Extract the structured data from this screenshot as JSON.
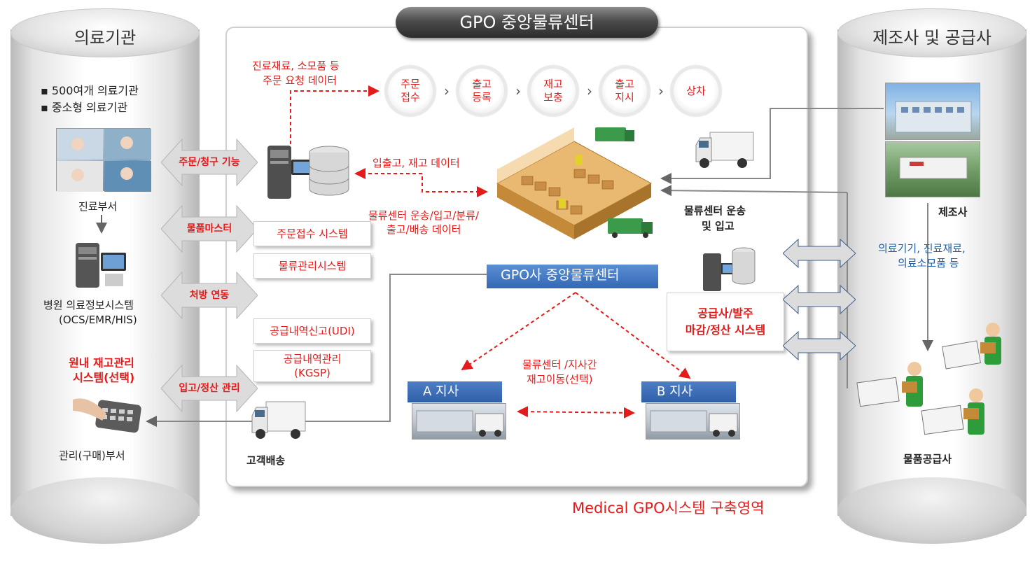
{
  "header": {
    "title": "GPO 중앙물류센터"
  },
  "left_cylinder": {
    "title": "의료기관",
    "bullets": [
      "▪ 500여개 의료기관",
      "▪ 중소형 의료기관"
    ],
    "dept_label": "진료부서",
    "his_label": "병원 의료정보시스템",
    "his_sub": "(OCS/EMR/HIS)",
    "stock_title_1": "원내 재고관리",
    "stock_title_2": "시스템(선택)",
    "purchase_label": "관리(구매)부서"
  },
  "right_cylinder": {
    "title": "제조사 및 공급사",
    "maker_label": "제조사",
    "items_1": "의료기기, 진료재료,",
    "items_2": "의료소모품 등",
    "supplier_label": "물품공급사"
  },
  "arrows": {
    "order_billing": "주문/청구 기능",
    "item_master": "물품마스터",
    "prescription": "처방 연동",
    "receiving": "입고/정산 관리"
  },
  "flow": {
    "order_request_1": "진료재료, 소모품 등",
    "order_request_2": "주문 요청 데이터",
    "inout_data": "입출고, 재고 데이터",
    "center_data_1": "물류센터 운송/입고/분류/",
    "center_data_2": "출고/배송 데이터",
    "transport_1": "물류센터 운송",
    "transport_2": "및 입고",
    "transfer_1": "물류센터 /지사간",
    "transfer_2": "재고이동(선택)",
    "customer_delivery": "고객배송"
  },
  "steps": [
    {
      "label": "주문\n접수"
    },
    {
      "label": "출고\n등록"
    },
    {
      "label": "재고\n보충"
    },
    {
      "label": "출고\n지시"
    },
    {
      "label": "상차"
    }
  ],
  "systems": {
    "order_intake": "주문접수 시스템",
    "logistics": "물류관리시스템",
    "udi": "공급내역신고(UDI)",
    "kgsp": "공급내역관리\n(KGSP)",
    "supplier_sys": "공급사/발주\n마감/정산 시스템"
  },
  "center_banner": "GPO사 중앙물류센터",
  "branches": {
    "a": "A 지사",
    "b": "B 지사"
  },
  "footer": {
    "scope": "Medical GPO시스템 구축영역"
  },
  "colors": {
    "accent": "#e41b1b",
    "branch": "#2f5fa8",
    "info": "#1f5fa8"
  }
}
